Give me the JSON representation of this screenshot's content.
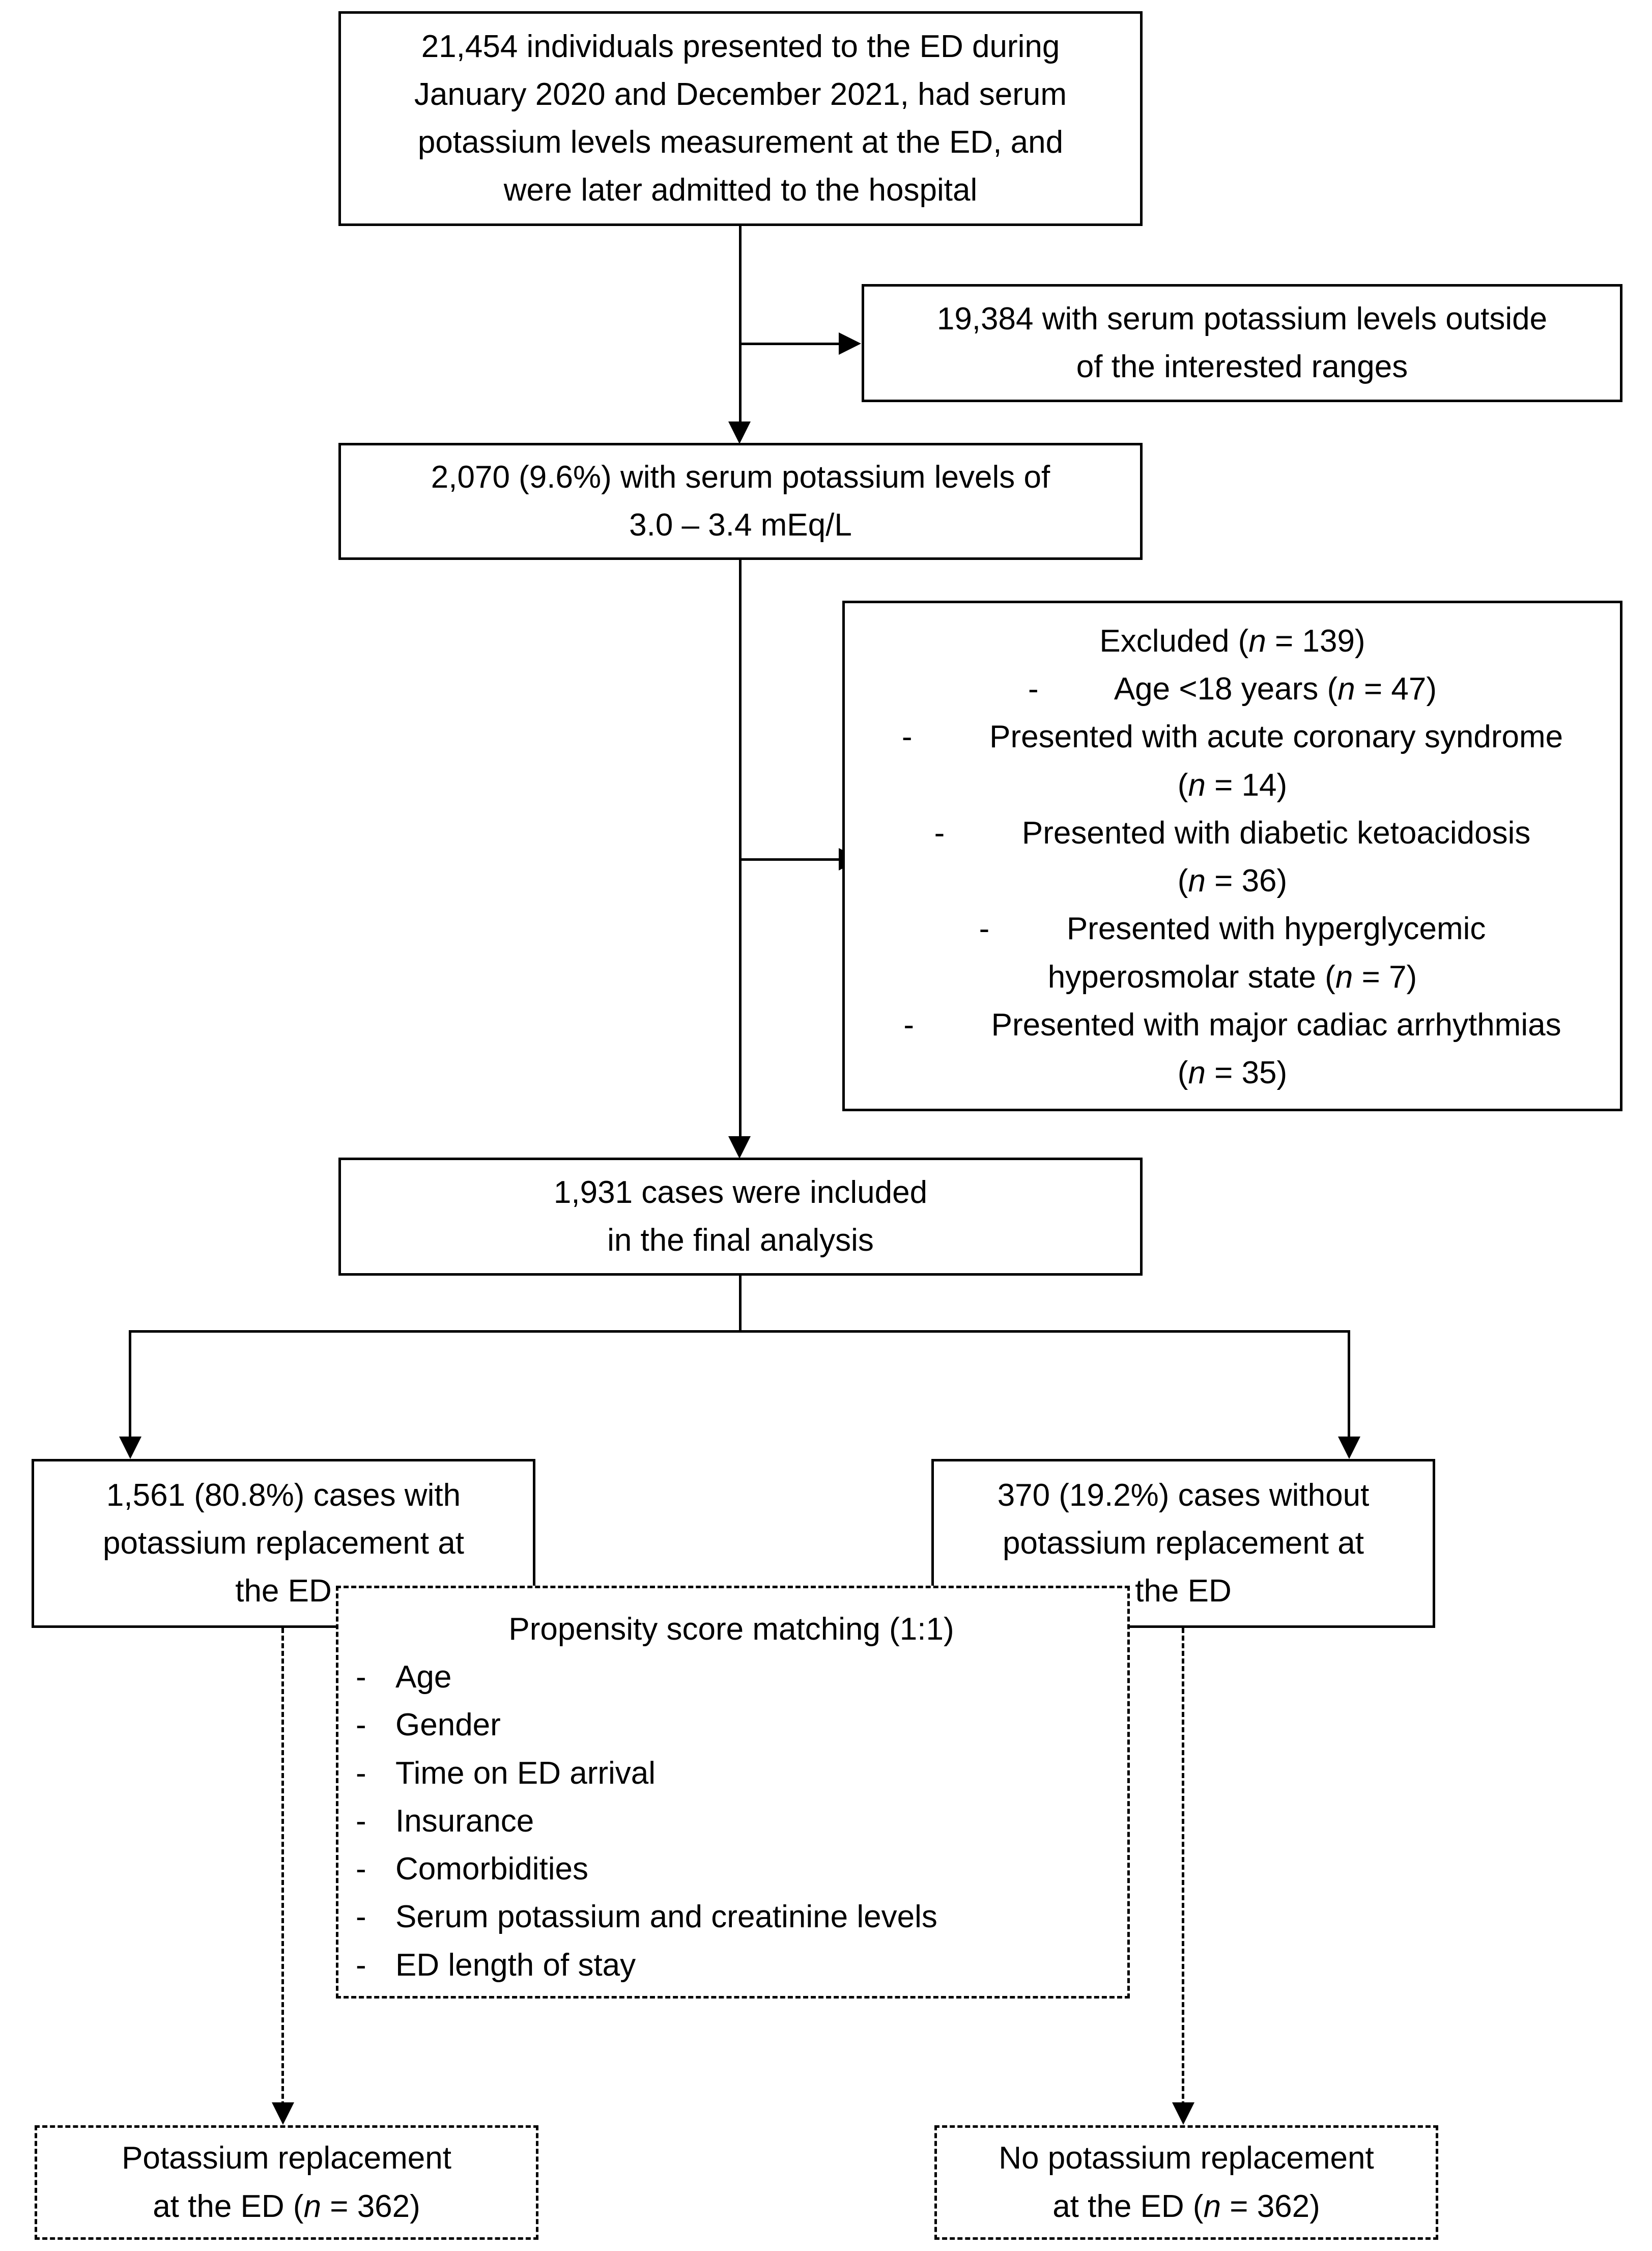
{
  "diagram": {
    "title": "Study flow diagram (CONSORT-style) of ED patients with serum potassium 3.0-3.4 mEq/L",
    "boxes": {
      "enrollment": {
        "line1": "21,454 individuals presented to the ED during",
        "line2": "January 2020 and December 2021, had serum",
        "line3": "potassium levels measurement at the ED, and",
        "line4": "were later admitted to the hospital"
      },
      "excluded_range": {
        "line1": "19,384 with serum potassium levels outside",
        "line2": "of the interested ranges"
      },
      "eligible": {
        "line1": "2,070 (9.6%) with serum potassium levels of",
        "line2": "3.0 – 3.4 mEq/L"
      },
      "excluded_criteria": {
        "header_pre": "Excluded (",
        "header_n": "n",
        "header_post": " = 139)",
        "items": [
          {
            "dash": "-",
            "pre": "Age <18 years (",
            "n": "n",
            "post": " = 47)"
          },
          {
            "dash": "-",
            "pre": "Presented with acute coronary syndrome",
            "n": "",
            "post": ""
          },
          {
            "dash": "",
            "pre": "(",
            "n": "n",
            "post": " = 14)"
          },
          {
            "dash": "-",
            "pre": "Presented with diabetic ketoacidosis",
            "n": "",
            "post": ""
          },
          {
            "dash": "",
            "pre": "(",
            "n": "n",
            "post": " = 36)"
          },
          {
            "dash": "-",
            "pre": "Presented with hyperglycemic",
            "n": "",
            "post": ""
          },
          {
            "dash": "",
            "pre": "hyperosmolar state (",
            "n": "n",
            "post": " = 7)"
          },
          {
            "dash": "-",
            "pre": "Presented with major cadiac arrhythmias",
            "n": "",
            "post": ""
          },
          {
            "dash": "",
            "pre": "(",
            "n": "n",
            "post": " = 35)"
          }
        ]
      },
      "included": {
        "line1": "1,931 cases were included",
        "line2": "in the final analysis"
      },
      "with_replacement": {
        "line1": "1,561 (80.8%) cases with",
        "line2": "potassium replacement at",
        "line3": "the ED"
      },
      "without_replacement": {
        "line1": "370 (19.2%) cases without",
        "line2": "potassium replacement at",
        "line3": "the ED"
      },
      "psm": {
        "header": "Propensity score matching (1:1)",
        "items": [
          "Age",
          "Gender",
          "Time on ED arrival",
          "Insurance",
          "Comorbidities",
          "Serum potassium and creatinine levels",
          "ED length of stay"
        ],
        "bullet": "-"
      },
      "matched_treated": {
        "line1": "Potassium replacement",
        "line2_pre": "at the ED (",
        "line2_n": "n",
        "line2_post": " = 362)"
      },
      "matched_control": {
        "line1": "No potassium replacement",
        "line2_pre": "at the ED (",
        "line2_n": "n",
        "line2_post": " = 362)"
      }
    },
    "colors": {
      "line": "#000000",
      "background": "#ffffff",
      "text": "#000000"
    }
  }
}
